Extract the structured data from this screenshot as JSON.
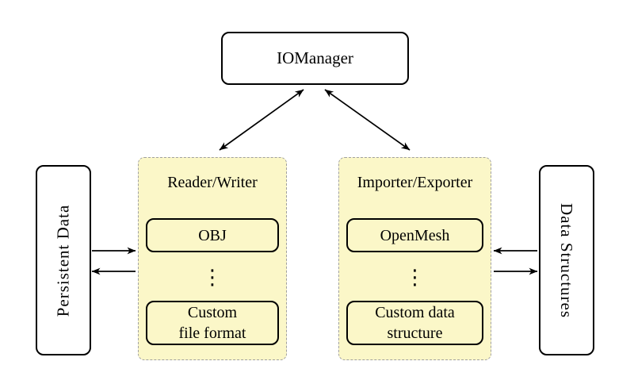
{
  "nodes": {
    "iomanager": "IOManager",
    "persistent_data": "Persistent Data",
    "data_structures": "Data Structures"
  },
  "groups": {
    "reader_writer": {
      "title": "Reader/Writer",
      "top_box": "OBJ",
      "ellipsis": "⋮",
      "bottom_box_line1": "Custom",
      "bottom_box_line2": "file format"
    },
    "importer_exporter": {
      "title": "Importer/Exporter",
      "top_box": "OpenMesh",
      "ellipsis": "⋮",
      "bottom_box_line1": "Custom data",
      "bottom_box_line2": "structure"
    }
  },
  "edges": [
    {
      "from": "IOManager",
      "to": "Reader/Writer",
      "direction": "both"
    },
    {
      "from": "IOManager",
      "to": "Importer/Exporter",
      "direction": "both"
    },
    {
      "from": "Persistent Data",
      "to": "Reader/Writer",
      "direction": "to"
    },
    {
      "from": "Reader/Writer",
      "to": "Persistent Data",
      "direction": "to"
    },
    {
      "from": "Data Structures",
      "to": "Importer/Exporter",
      "direction": "to"
    },
    {
      "from": "Importer/Exporter",
      "to": "Data Structures",
      "direction": "to"
    }
  ],
  "colors": {
    "group_fill": "#FBF7C8",
    "group_border": "#A0A0A0",
    "node_border": "#000000",
    "arrow": "#000000",
    "background": "#FFFFFF"
  }
}
